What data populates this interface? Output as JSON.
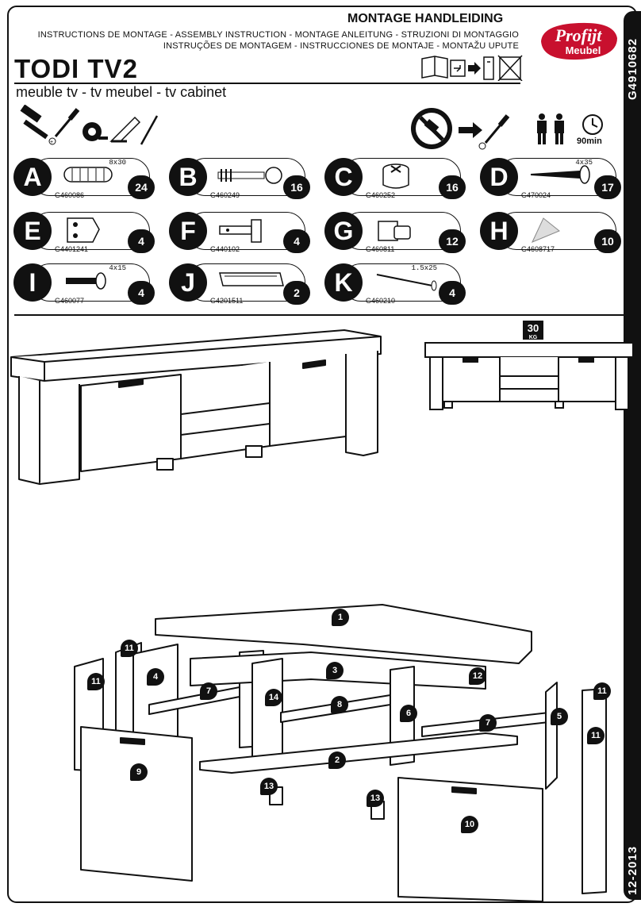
{
  "header": {
    "title": "MONTAGE HANDLEIDING",
    "subtitle_line1": "INSTRUCTIONS DE MONTAGE - ASSEMBLY INSTRUCTION - MONTAGE ANLEITUNG - STRUZIONI DI MONTAGGIO",
    "subtitle_line2": "INSTRUÇÕES DE MONTAGEM - INSTRUCCIONES DE MONTAJE - MONTAŽU UPUTE",
    "product_name": "TODI TV2",
    "description": "meuble tv - tv meubel - tv cabinet"
  },
  "logo": {
    "line1": "Profijt",
    "line2": "Meubel"
  },
  "sidebar": {
    "code": "G4910682",
    "date": "12-2013"
  },
  "time": "90min",
  "weight": {
    "value": "30",
    "unit": "KG"
  },
  "colors": {
    "ink": "#111111",
    "logo_red": "#c8102e"
  },
  "parts": [
    {
      "letter": "A",
      "code": "G460086",
      "size": "8x30",
      "qty": "24",
      "icon": "dowel-icon"
    },
    {
      "letter": "B",
      "code": "G460249",
      "size": "",
      "qty": "16",
      "icon": "cam-bolt-icon"
    },
    {
      "letter": "C",
      "code": "G460252",
      "size": "",
      "qty": "16",
      "icon": "cam-lock-icon"
    },
    {
      "letter": "D",
      "code": "G470024",
      "size": "4x35",
      "qty": "17",
      "icon": "screw-icon"
    },
    {
      "letter": "E",
      "code": "G4401241",
      "size": "",
      "qty": "4",
      "icon": "hinge-plate-icon"
    },
    {
      "letter": "F",
      "code": "G440102",
      "size": "",
      "qty": "4",
      "icon": "hinge-icon"
    },
    {
      "letter": "G",
      "code": "G460811",
      "size": "",
      "qty": "12",
      "icon": "shelf-pin-icon"
    },
    {
      "letter": "H",
      "code": "G4608717",
      "size": "",
      "qty": "10",
      "icon": "bracket-icon"
    },
    {
      "letter": "I",
      "code": "G460077",
      "size": "4x15",
      "qty": "4",
      "icon": "short-screw-icon"
    },
    {
      "letter": "J",
      "code": "G4201511",
      "size": "",
      "qty": "2",
      "icon": "handle-icon"
    },
    {
      "letter": "K",
      "code": "G460210",
      "size": "1.5x25",
      "qty": "4",
      "icon": "nail-icon"
    }
  ],
  "callouts": [
    "1",
    "2",
    "3",
    "4",
    "5",
    "6",
    "7",
    "7",
    "8",
    "9",
    "10",
    "11",
    "11",
    "11",
    "11",
    "12",
    "13",
    "13",
    "14"
  ]
}
